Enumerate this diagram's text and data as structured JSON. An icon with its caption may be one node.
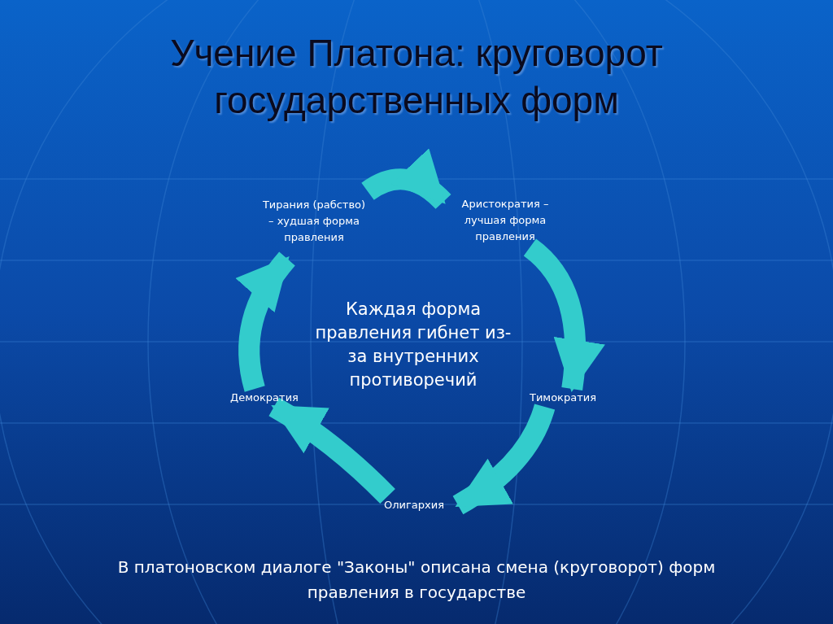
{
  "diagram": {
    "title": "Учение Платона:  круговорот государственных форм",
    "nodes": [
      {
        "text": [
          "Тирания (рабство) – худшая форма правления"
        ]
      },
      {
        "text": [
          "Аристократия – лучшая форма правления"
        ]
      },
      {
        "text": [
          "Тимократия"
        ]
      },
      {
        "text": [
          "Олигархия"
        ]
      },
      {
        "text": [
          "Демократия"
        ]
      }
    ],
    "edges": [
      {
        "from": 0,
        "to": 1,
        "arrow": "to"
      },
      {
        "from": 1,
        "to": 2,
        "arrow": "to"
      },
      {
        "from": 2,
        "to": 3,
        "arrow": "to"
      },
      {
        "from": 3,
        "to": 4,
        "arrow": "to"
      },
      {
        "from": 4,
        "to": 0,
        "arrow": "to"
      }
    ],
    "labels": [
      "Каждая форма правления гибнет из-за внутренних противоречий",
      "В платоновском диалоге \"Законы\" описана смена (круговорот) форм правления в государстве"
    ]
  }
}
